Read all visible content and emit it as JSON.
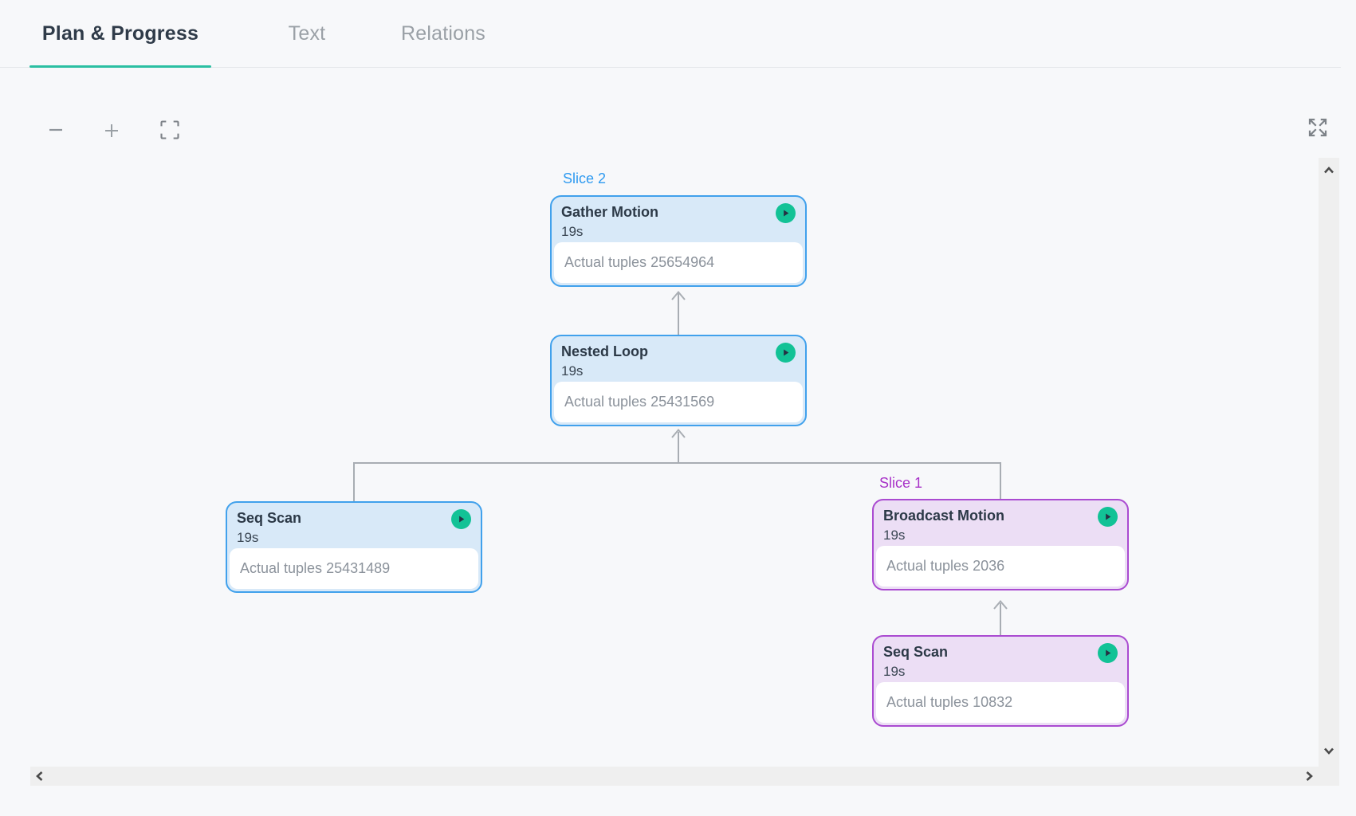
{
  "tabs": [
    {
      "label": "Plan & Progress",
      "active": true
    },
    {
      "label": "Text",
      "active": false
    },
    {
      "label": "Relations",
      "active": false
    }
  ],
  "toolbar": {
    "zoom_out": "zoom-out",
    "zoom_in": "zoom-in",
    "fit_view": "fit-view",
    "fullscreen": "fullscreen"
  },
  "diagram": {
    "slices": [
      {
        "label": "Slice 2",
        "color": "#2e9af0"
      },
      {
        "label": "Slice 1",
        "color": "#a832c8"
      }
    ],
    "nodes": [
      {
        "title": "Gather Motion",
        "duration": "19s",
        "tuples_label": "Actual tuples",
        "tuples_value": "25654964",
        "theme": "blue",
        "slice": "Slice 2",
        "status_icon": "play"
      },
      {
        "title": "Nested Loop",
        "duration": "19s",
        "tuples_label": "Actual tuples",
        "tuples_value": "25431569",
        "theme": "blue",
        "status_icon": "play"
      },
      {
        "title": "Seq Scan",
        "duration": "19s",
        "tuples_label": "Actual tuples",
        "tuples_value": "25431489",
        "theme": "blue",
        "status_icon": "play"
      },
      {
        "title": "Broadcast Motion",
        "duration": "19s",
        "tuples_label": "Actual tuples",
        "tuples_value": "2036",
        "theme": "purple",
        "slice": "Slice 1",
        "status_icon": "play"
      },
      {
        "title": "Seq Scan",
        "duration": "19s",
        "tuples_label": "Actual tuples",
        "tuples_value": "10832",
        "theme": "purple",
        "status_icon": "play"
      }
    ],
    "colors": {
      "blue_border": "#41a1ec",
      "blue_header_bg": "#d8e9f8",
      "purple_border": "#aa4bd1",
      "purple_header_bg": "#ecdef5",
      "play_badge": "#12c296",
      "connector": "#a8adb3",
      "tab_underline": "#2bbfa2",
      "background": "#f7f8fa"
    }
  }
}
